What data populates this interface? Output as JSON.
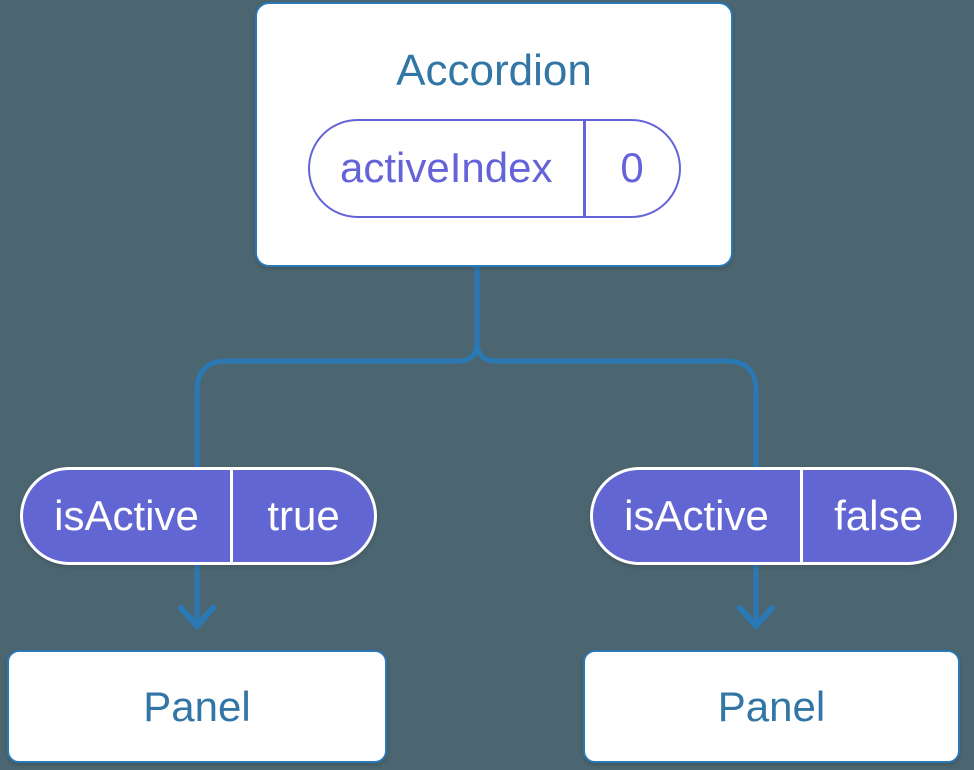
{
  "tree": {
    "root": {
      "label": "Accordion",
      "state": {
        "name": "activeIndex",
        "value": "0"
      }
    },
    "children": [
      {
        "prop": {
          "name": "isActive",
          "value": "true"
        },
        "label": "Panel"
      },
      {
        "prop": {
          "name": "isActive",
          "value": "false"
        },
        "label": "Panel"
      }
    ]
  },
  "colors": {
    "background": "#4c6671",
    "connector_blue": "#2a79b4",
    "label_blue": "#3176a4",
    "pill_purple_fill": "#6166d3",
    "pill_purple_outline": "#6563d8",
    "node_fill": "#ffffff"
  }
}
